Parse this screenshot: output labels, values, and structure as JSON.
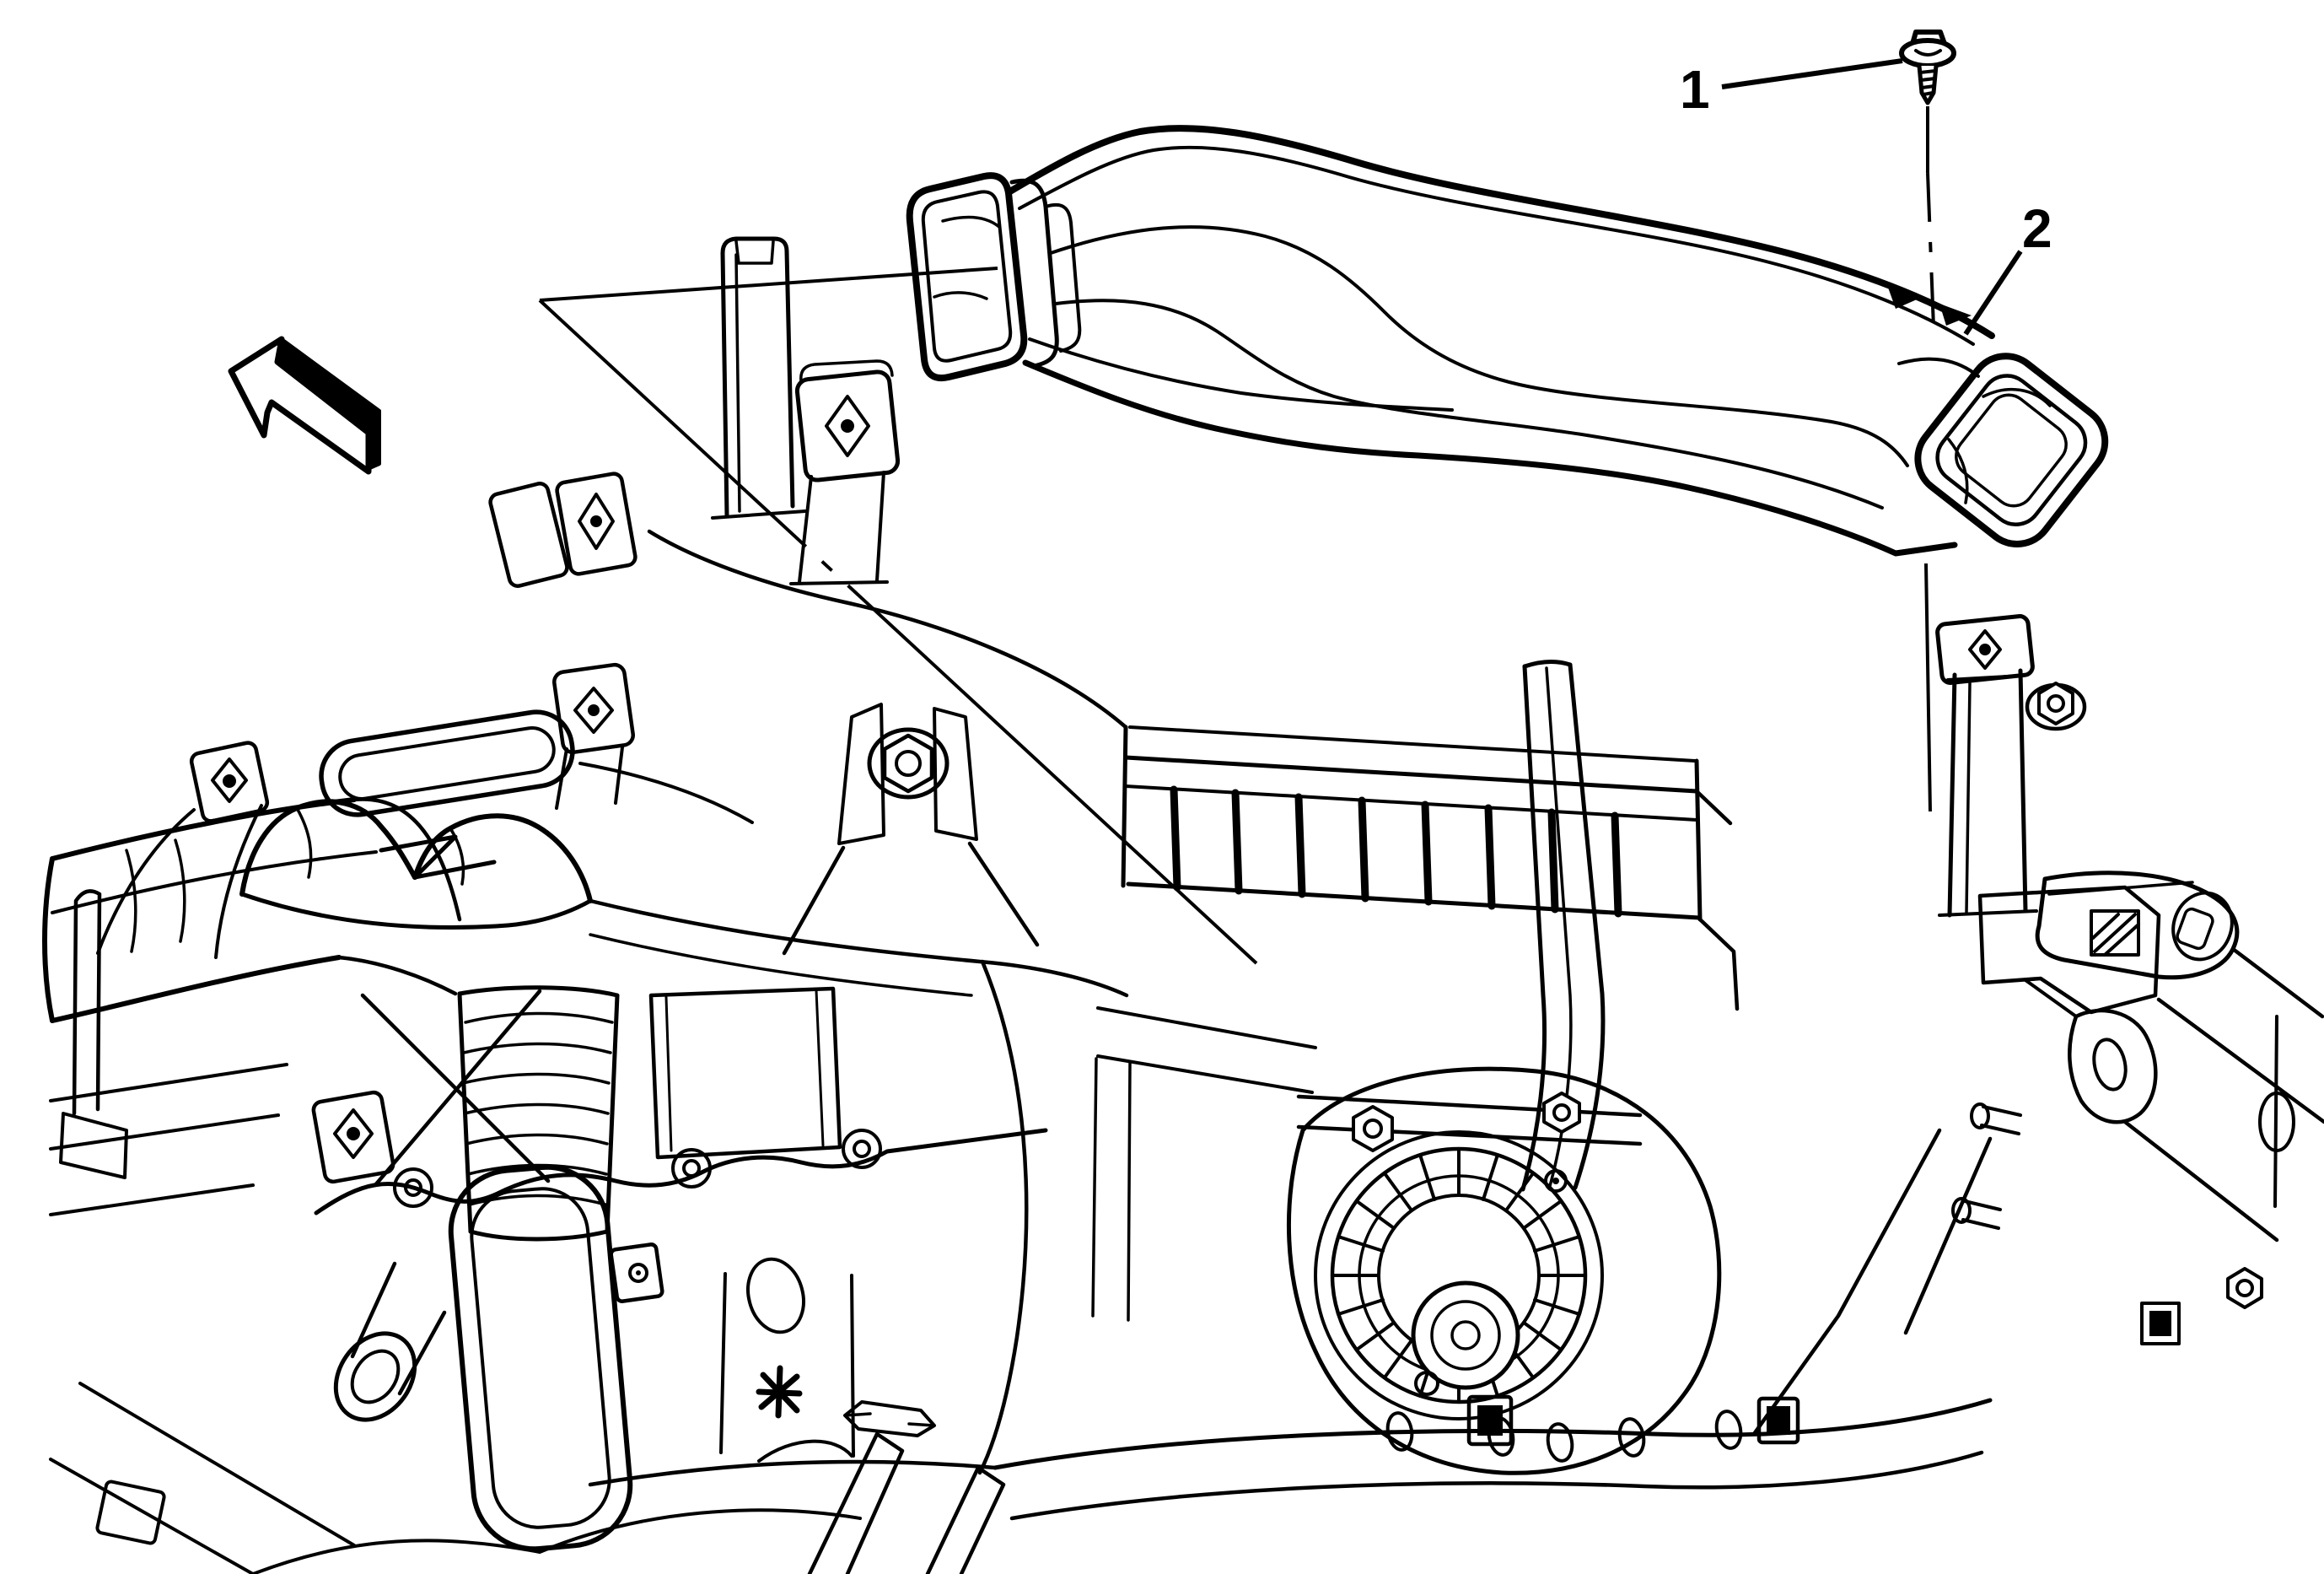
{
  "figure": {
    "type": "exploded-parts-line-diagram",
    "background_color": "#ffffff",
    "line_color": "#000000",
    "callouts": [
      {
        "label": "1",
        "points_to": "screw"
      },
      {
        "label": "2",
        "points_to": "air-outlet-duct"
      }
    ],
    "symbols": [
      {
        "name": "screw-icon"
      },
      {
        "name": "air-outlet-duct"
      },
      {
        "name": "hvac-module-assembly"
      },
      {
        "name": "front-direction-arrow"
      }
    ]
  }
}
